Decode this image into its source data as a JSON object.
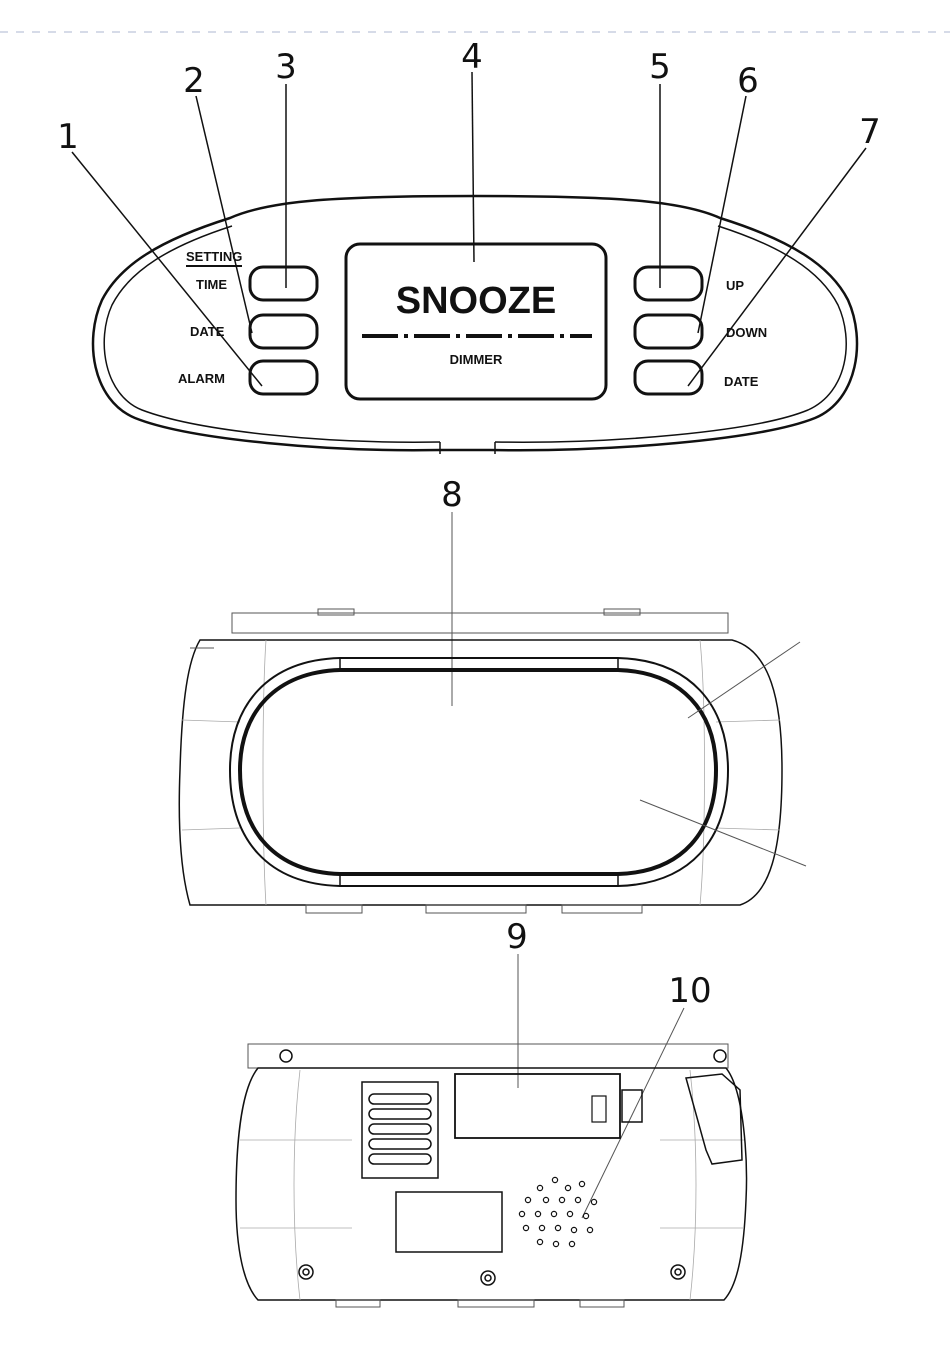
{
  "callouts": [
    "1",
    "2",
    "3",
    "4",
    "5",
    "6",
    "7",
    "8",
    "9",
    "10"
  ],
  "labels": {
    "setting": "SETTING",
    "time": "TIME",
    "date_left": "DATE",
    "alarm": "ALARM",
    "snooze": "SNOOZE",
    "dimmer": "DIMMER",
    "up": "UP",
    "down": "DOWN",
    "date_right": "DATE"
  },
  "colors": {
    "ink": "#111111",
    "background": "#ffffff"
  }
}
